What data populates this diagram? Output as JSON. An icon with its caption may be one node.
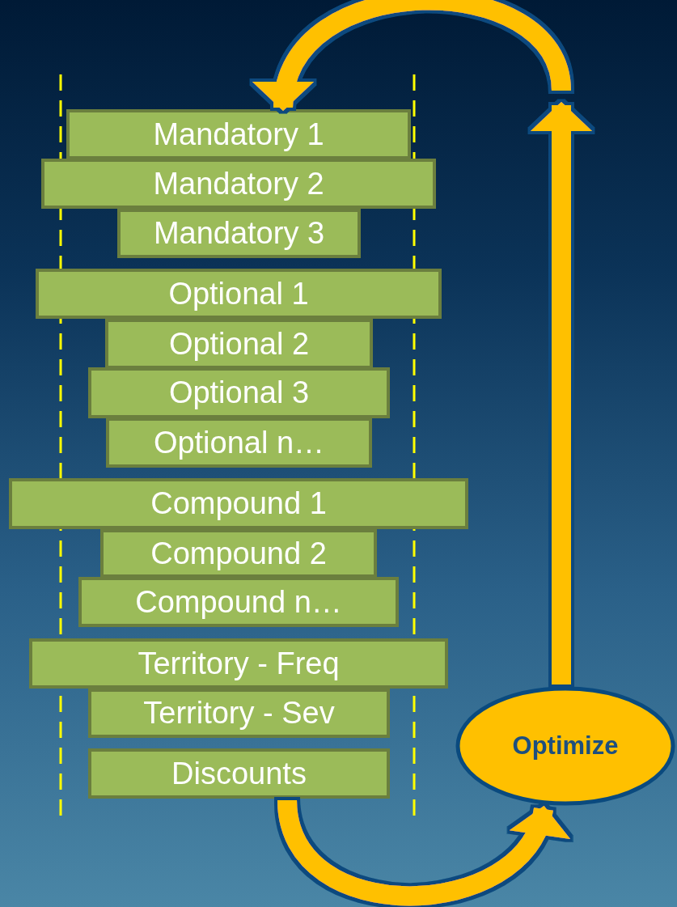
{
  "diagram": {
    "nodes": [
      {
        "text": [
          "Mandatory 1"
        ]
      },
      {
        "text": [
          "Mandatory 2"
        ]
      },
      {
        "text": [
          "Mandatory 3"
        ]
      },
      {
        "text": [
          "Optional 1"
        ]
      },
      {
        "text": [
          "Optional 2"
        ]
      },
      {
        "text": [
          "Optional 3"
        ]
      },
      {
        "text": [
          "Optional n…"
        ]
      },
      {
        "text": [
          "Compound 1"
        ]
      },
      {
        "text": [
          "Compound 2"
        ]
      },
      {
        "text": [
          "Compound n…"
        ]
      },
      {
        "text": [
          "Territory - Freq"
        ]
      },
      {
        "text": [
          "Territory - Sev"
        ]
      },
      {
        "text": [
          "Discounts"
        ]
      },
      {
        "text": [
          "Optimize"
        ]
      }
    ],
    "edges": [
      {
        "from": 12,
        "to": 13,
        "arrow": "to"
      },
      {
        "from": 13,
        "to": null,
        "arrow": "to"
      },
      {
        "from": null,
        "to": 0,
        "arrow": "to"
      }
    ]
  }
}
